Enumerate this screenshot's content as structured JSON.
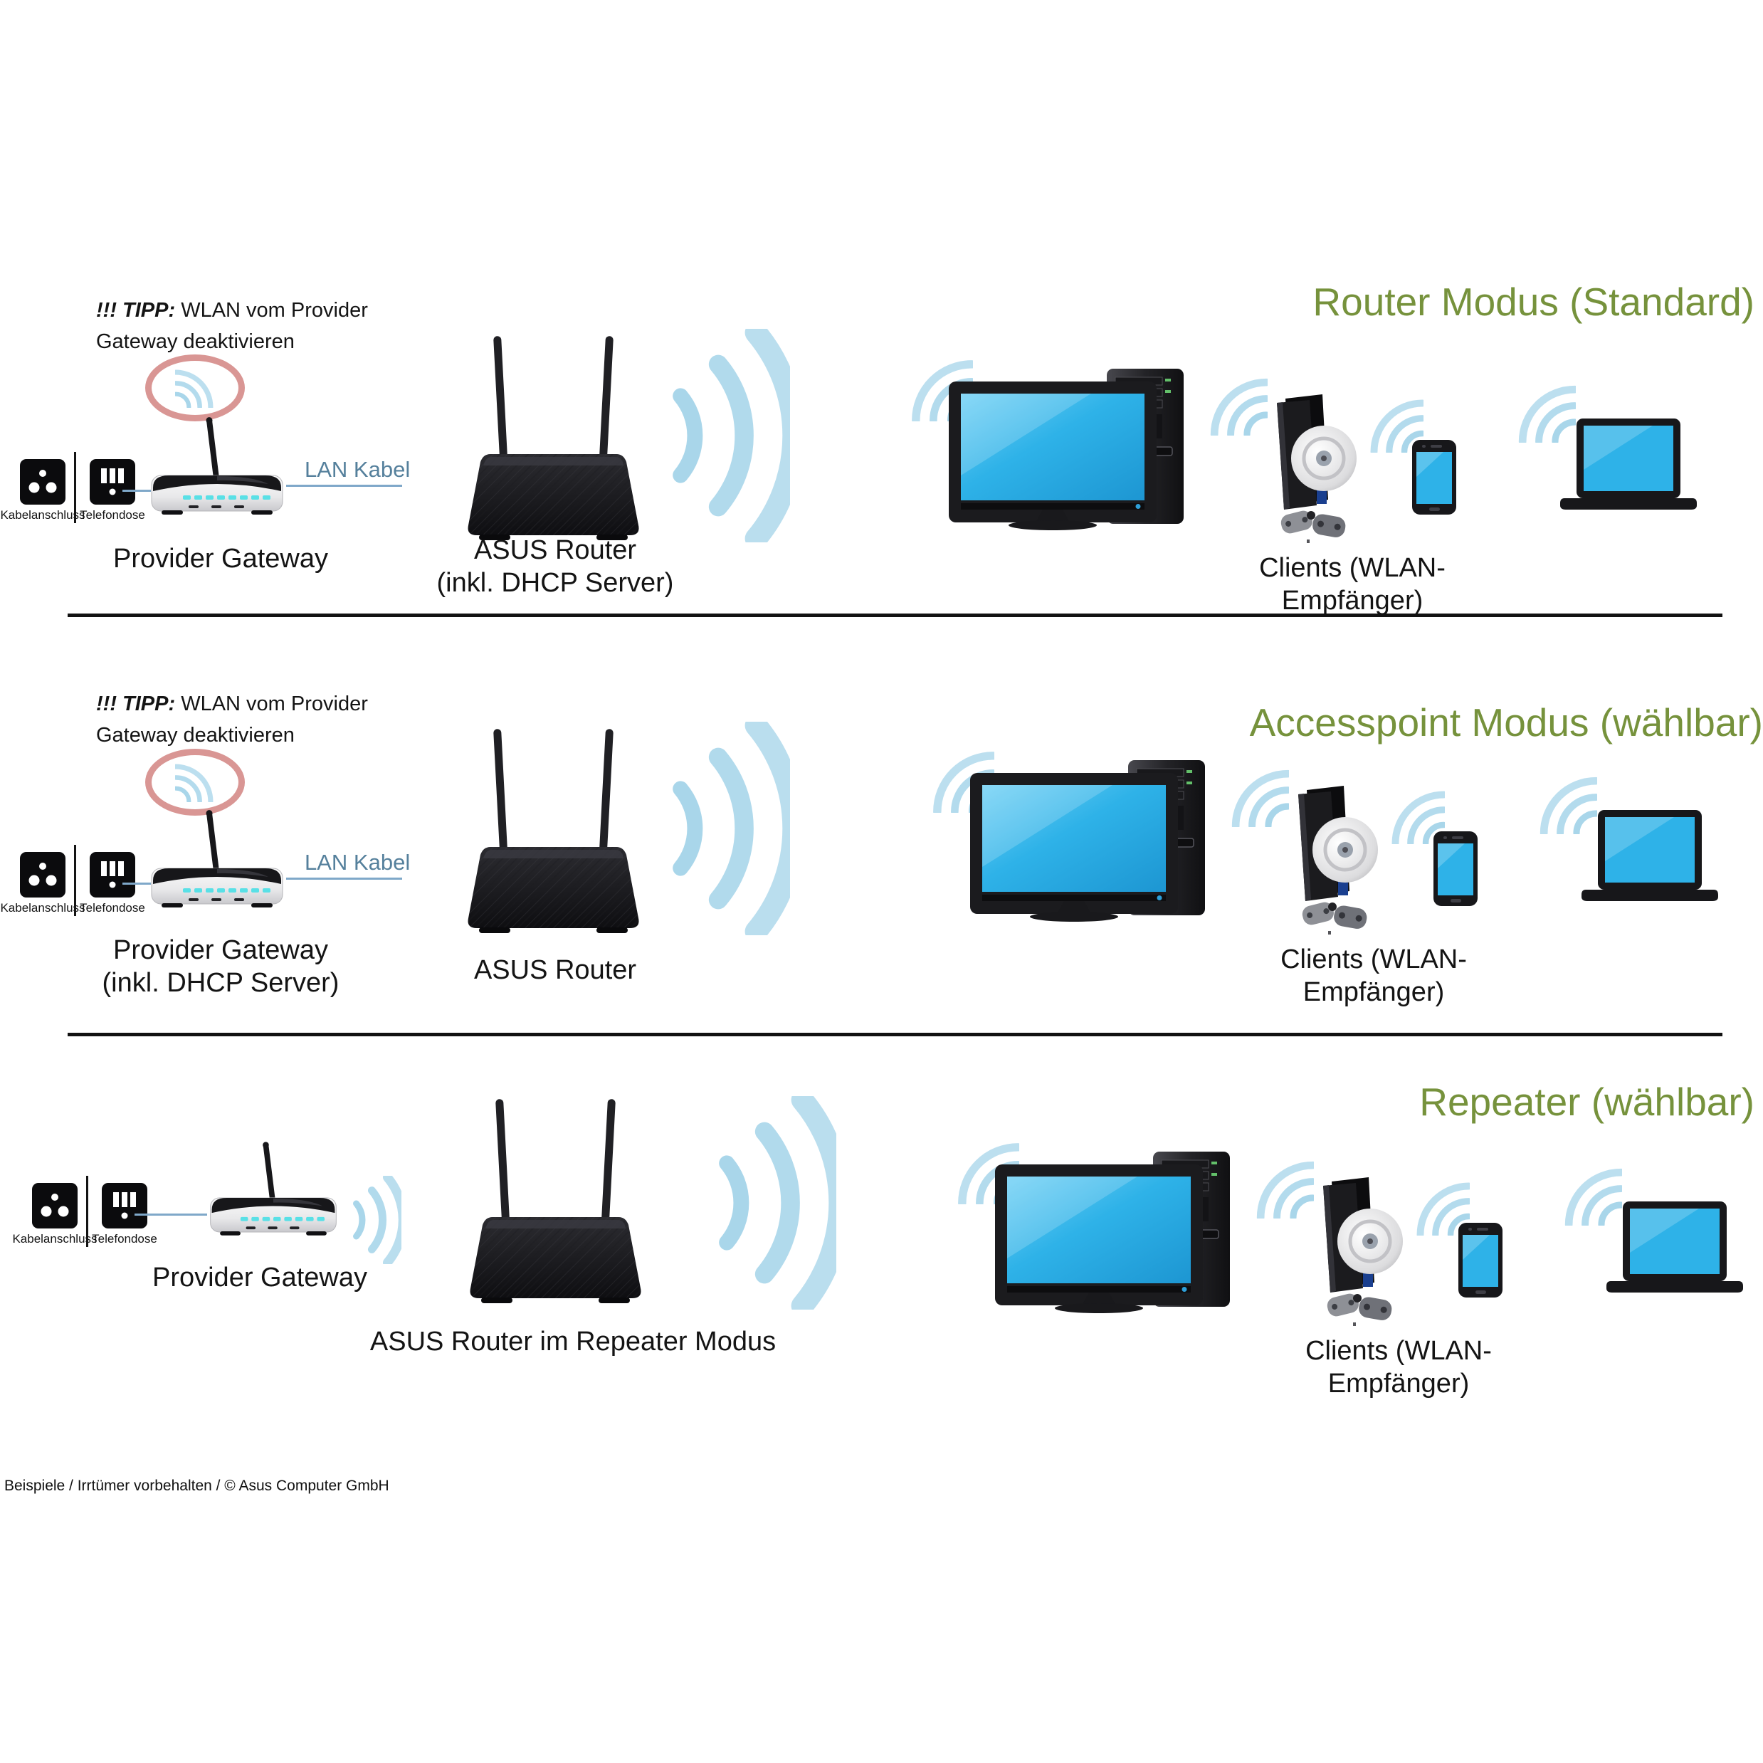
{
  "footer": "Beispiele / Irrtümer vorbehalten / © Asus Computer GmbH",
  "colors": {
    "heading": "#76923C",
    "ellipse": "#D99694",
    "wifi": "#A9D6EA",
    "screen": "#2EB2E8",
    "lan": "#55809C"
  },
  "rows": [
    {
      "heading": "Router Modus (Standard)",
      "tip_strong": "!!! TIPP:",
      "tip_text": " WLAN vom Provider Gateway deaktivieren",
      "socket_cable": "Kabelanschluss",
      "socket_phone": "Telefondose",
      "lan_label": "LAN Kabel",
      "gateway_line1": "Provider Gateway",
      "gateway_line2": "",
      "router_line1": "ASUS Router",
      "router_line2": "(inkl. DHCP Server)",
      "clients_label": "Clients (WLAN-Empfänger)"
    },
    {
      "heading": "Accesspoint Modus (wählbar)",
      "tip_strong": "!!! TIPP:",
      "tip_text": " WLAN vom Provider Gateway deaktivieren",
      "socket_cable": "Kabelanschluss",
      "socket_phone": "Telefondose",
      "lan_label": "LAN Kabel",
      "gateway_line1": "Provider Gateway",
      "gateway_line2": "(inkl. DHCP Server)",
      "router_line1": "ASUS Router",
      "router_line2": "",
      "clients_label": "Clients (WLAN-Empfänger)"
    },
    {
      "heading": "Repeater (wählbar)",
      "socket_cable": "Kabelanschluss",
      "socket_phone": "Telefondose",
      "gateway_line1": "Provider Gateway",
      "router_line1": "ASUS Router im Repeater Modus",
      "clients_label": "Clients (WLAN-Empfänger)"
    }
  ]
}
